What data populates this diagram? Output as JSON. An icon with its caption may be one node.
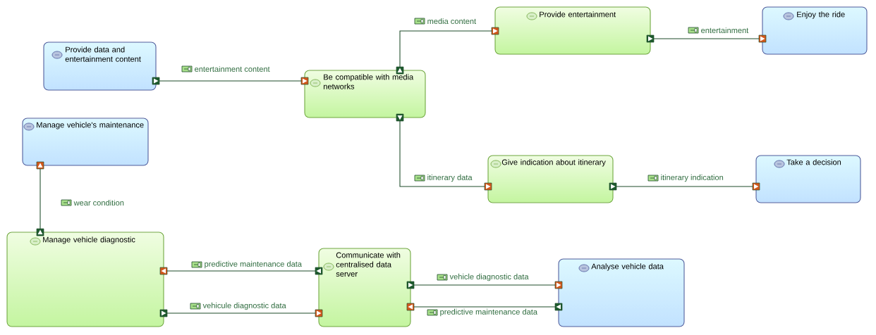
{
  "diagram": {
    "nodes": [
      {
        "text": [
          "Provide data and entertainment content"
        ]
      },
      {
        "text": [
          "Be compatible with media networks"
        ]
      },
      {
        "text": [
          "Provide entertainment"
        ]
      },
      {
        "text": [
          "Enjoy the ride"
        ]
      },
      {
        "text": [
          "Manage vehicle's maintenance"
        ]
      },
      {
        "text": [
          "Give indication about itinerary"
        ]
      },
      {
        "text": [
          "Take a decision"
        ]
      },
      {
        "text": [
          "Manage vehicle diagnostic"
        ]
      },
      {
        "text": [
          "Communicate with centralised data server"
        ]
      },
      {
        "text": [
          "Analyse vehicle data"
        ]
      }
    ],
    "edges": [
      {
        "from": 0,
        "to": 1,
        "arrow": "to",
        "label": "entertainment content"
      },
      {
        "from": 1,
        "to": 2,
        "arrow": "to",
        "label": "media content"
      },
      {
        "from": 2,
        "to": 3,
        "arrow": "to",
        "label": "entertainment"
      },
      {
        "from": 1,
        "to": 5,
        "arrow": "to",
        "label": "itinerary data"
      },
      {
        "from": 5,
        "to": 6,
        "arrow": "to",
        "label": "itinerary indication"
      },
      {
        "from": 7,
        "to": 4,
        "arrow": "to",
        "label": "wear condition"
      },
      {
        "from": 8,
        "to": 7,
        "arrow": "to",
        "label": "predictive maintenance data"
      },
      {
        "from": 7,
        "to": 8,
        "arrow": "to",
        "label": "vehicule diagnostic data"
      },
      {
        "from": 8,
        "to": 9,
        "arrow": "to",
        "label": "vehicle diagnostic data"
      },
      {
        "from": 9,
        "to": 8,
        "arrow": "to",
        "label": "predictive maintenance data"
      }
    ]
  }
}
